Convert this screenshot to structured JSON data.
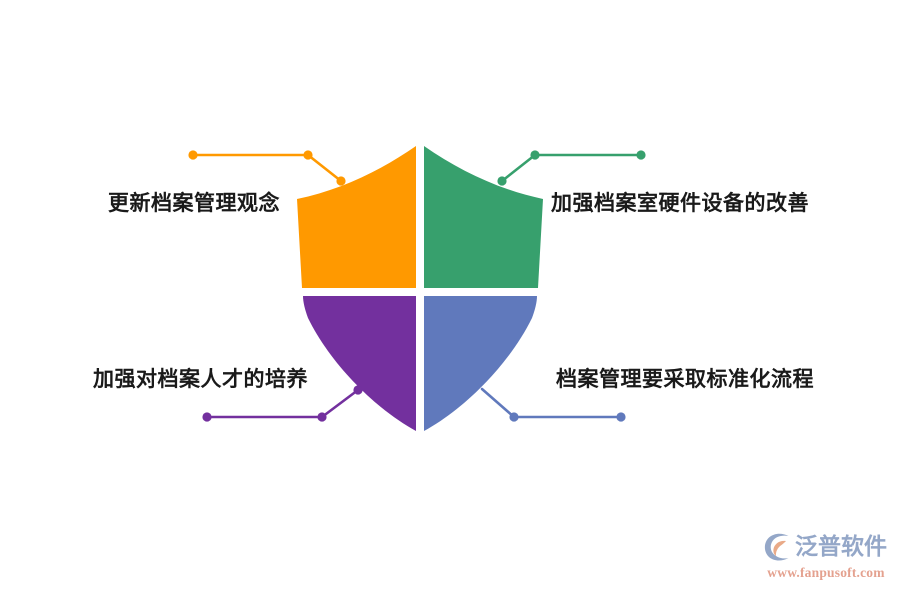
{
  "graphic": {
    "type": "shield-quadrant-infographic",
    "title_visible": false,
    "background_color": "#ffffff"
  },
  "shield": {
    "quadrants": [
      {
        "id": "top-left",
        "color": "#FF9900",
        "color_name": "orange",
        "label": "更新档案管理观念"
      },
      {
        "id": "top-right",
        "color": "#37A06D",
        "color_name": "green",
        "label": "加强档案室硬件设备的改善"
      },
      {
        "id": "bottom-left",
        "color": "#73309E",
        "color_name": "purple",
        "label": "加强对档案人才的培养"
      },
      {
        "id": "bottom-right",
        "color": "#6079BC",
        "color_name": "blue",
        "label": "档案管理要采取标准化流程"
      }
    ]
  },
  "connectors": [
    {
      "id": "connector-top-left",
      "color": "#FF9900",
      "dots": 3
    },
    {
      "id": "connector-top-right",
      "color": "#37A06D",
      "dots": 3
    },
    {
      "id": "connector-bottom-left",
      "color": "#73309E",
      "dots": 3
    },
    {
      "id": "connector-bottom-right",
      "color": "#6079BC",
      "dots": 2
    }
  ],
  "watermark": {
    "brand": "泛普软件",
    "url": "www.fanpusoft.com",
    "brand_color": "#8ba0c4",
    "url_color": "#e29a86",
    "accent_color": "#e8a37e"
  }
}
